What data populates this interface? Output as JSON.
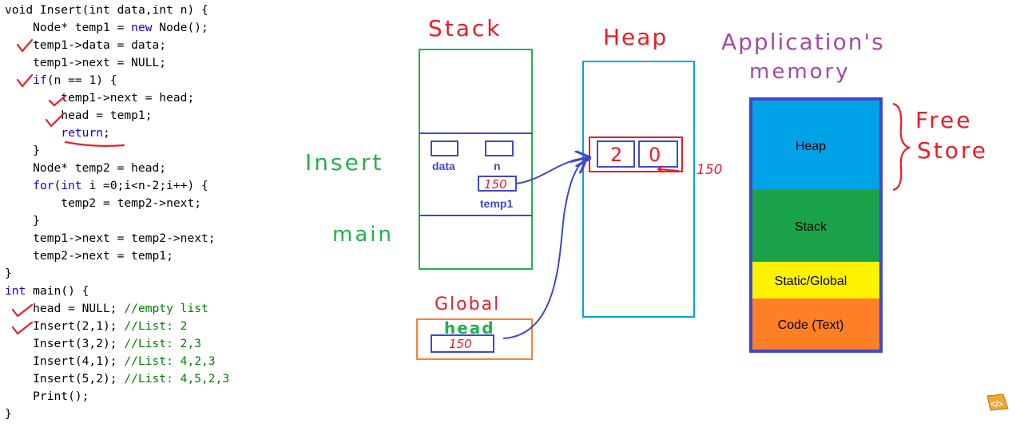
{
  "code": {
    "lines": [
      [
        {
          "t": "void Insert(",
          "c": ""
        },
        {
          "t": "int",
          "c": ""
        },
        {
          "t": " data,",
          "c": ""
        },
        {
          "t": "int",
          "c": ""
        },
        {
          "t": " n) {",
          "c": ""
        }
      ],
      [
        {
          "t": "    Node* temp1 = ",
          "c": ""
        },
        {
          "t": "new",
          "c": "kw"
        },
        {
          "t": " Node();",
          "c": ""
        }
      ],
      [
        {
          "t": "    temp1->data = data;",
          "c": ""
        }
      ],
      [
        {
          "t": "    temp1->next = NULL;",
          "c": ""
        }
      ],
      [
        {
          "t": "    ",
          "c": ""
        },
        {
          "t": "if",
          "c": "kw"
        },
        {
          "t": "(n == 1) {",
          "c": ""
        }
      ],
      [
        {
          "t": "        temp1->next = head;",
          "c": ""
        }
      ],
      [
        {
          "t": "        head = temp1;",
          "c": ""
        }
      ],
      [
        {
          "t": "        ",
          "c": ""
        },
        {
          "t": "return",
          "c": "kw"
        },
        {
          "t": ";",
          "c": ""
        }
      ],
      [
        {
          "t": "    }",
          "c": ""
        }
      ],
      [
        {
          "t": "    Node* temp2 = head;",
          "c": ""
        }
      ],
      [
        {
          "t": "    ",
          "c": ""
        },
        {
          "t": "for",
          "c": "kw"
        },
        {
          "t": "(",
          "c": ""
        },
        {
          "t": "int",
          "c": "kw"
        },
        {
          "t": " i =0;i<n-2;i++) {",
          "c": ""
        }
      ],
      [
        {
          "t": "        temp2 = temp2->next;",
          "c": ""
        }
      ],
      [
        {
          "t": "    }",
          "c": ""
        }
      ],
      [
        {
          "t": "    temp1->next = temp2->next;",
          "c": ""
        }
      ],
      [
        {
          "t": "    temp2->next = temp1;",
          "c": ""
        }
      ],
      [
        {
          "t": "}",
          "c": ""
        }
      ],
      [
        {
          "t": "int",
          "c": "kw"
        },
        {
          "t": " main() {",
          "c": ""
        }
      ],
      [
        {
          "t": "    head = NULL; ",
          "c": ""
        },
        {
          "t": "//empty list",
          "c": "cm"
        }
      ],
      [
        {
          "t": "    Insert(2,1); ",
          "c": ""
        },
        {
          "t": "//List: 2",
          "c": "cm"
        }
      ],
      [
        {
          "t": "    Insert(3,2); ",
          "c": ""
        },
        {
          "t": "//List: 2,3",
          "c": "cm"
        }
      ],
      [
        {
          "t": "    Insert(4,1); ",
          "c": ""
        },
        {
          "t": "//List: 4,2,3",
          "c": "cm"
        }
      ],
      [
        {
          "t": "    Insert(5,2); ",
          "c": ""
        },
        {
          "t": "//List: 4,5,2,3",
          "c": "cm"
        }
      ],
      [
        {
          "t": "    Print();",
          "c": ""
        }
      ],
      [
        {
          "t": "}",
          "c": ""
        }
      ]
    ]
  },
  "labels": {
    "stack": "Stack",
    "heap": "Heap",
    "app_memory_line1": "Application's",
    "app_memory_line2": "memory",
    "insert_frame": "Insert",
    "main_frame": "main",
    "global": "Global",
    "free_store_line1": "Free",
    "free_store_line2": "Store",
    "var_data": "data",
    "var_n": "n",
    "var_temp1": "temp1",
    "var_head": "head",
    "temp1_value": "150",
    "head_value": "150",
    "node_data": "2",
    "node_next": "0",
    "node_address": "150"
  },
  "memory_segments": [
    {
      "label": "Heap",
      "color": "#00a2e8"
    },
    {
      "label": "Stack",
      "color": "#1aa34a"
    },
    {
      "label": "Static/Global",
      "color": "#fff200"
    },
    {
      "label": "Code (Text)",
      "color": "#ff7f27"
    }
  ],
  "colors": {
    "red_ink": "#ed1c24",
    "green_ink": "#22b14c",
    "blue_ink": "#3f48cc",
    "heap_border": "#00a2e8",
    "global_border": "#ff7f27",
    "purple_ink": "#a349a4",
    "memory_border": "#3f48cc"
  }
}
